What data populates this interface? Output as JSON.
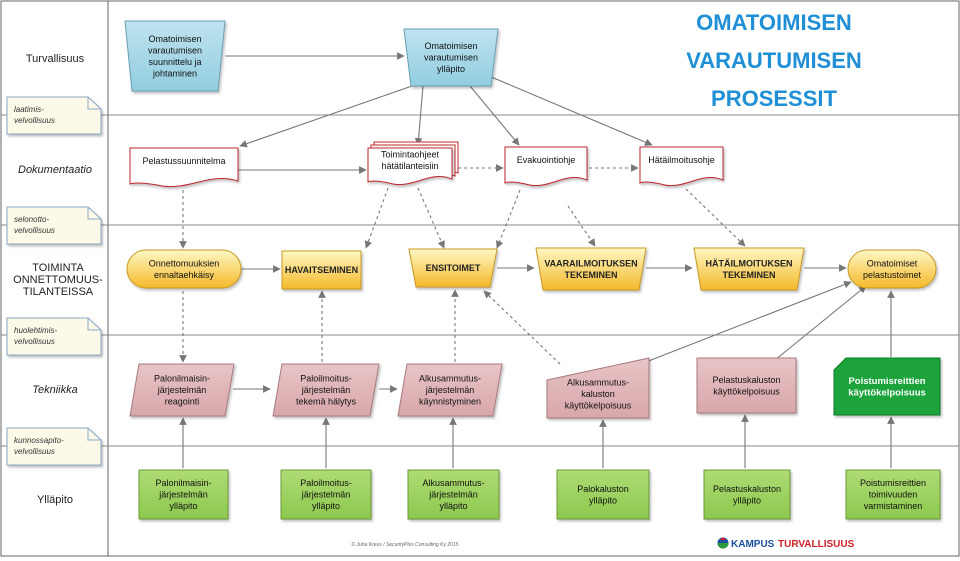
{
  "title": {
    "lines": [
      "OMATOIMISEN",
      "VARAUTUMISEN",
      "PROSESSIT"
    ]
  },
  "lanes": [
    {
      "id": "turvallisuus",
      "label": [
        "Turvallisuus"
      ],
      "italic": false
    },
    {
      "id": "dokumentaatio",
      "label": [
        "Dokumentaatio"
      ],
      "italic": true
    },
    {
      "id": "toiminta",
      "label": [
        "TOIMINTA",
        "ONNETTOMUUS-",
        "TILANTEISSA"
      ],
      "italic": false
    },
    {
      "id": "tekniikka",
      "label": [
        "Tekniikka"
      ],
      "italic": true
    },
    {
      "id": "yllapito",
      "label": [
        "Ylläpito"
      ],
      "italic": false
    }
  ],
  "tags": [
    {
      "id": "laatimis",
      "lines": [
        "laatimis-",
        "velvollisuus"
      ]
    },
    {
      "id": "selonotto",
      "lines": [
        "selonotto-",
        "velvollisuus"
      ]
    },
    {
      "id": "huolehtimis",
      "lines": [
        "huolehtimis-",
        "velvollisuus"
      ]
    },
    {
      "id": "kunnossapito",
      "lines": [
        "kunnossapito-",
        "velvollisuus"
      ]
    }
  ],
  "nodes": {
    "suunnittelu": {
      "lines": [
        "Omatoimisen",
        "varautumisen",
        "suunnittelu ja",
        "johtaminen"
      ],
      "shape": "trapezoid",
      "color": "#a6d6e6"
    },
    "yllapito_top": {
      "lines": [
        "Omatoimisen",
        "varautumisen",
        "ylläpito"
      ],
      "shape": "trapezoid",
      "color": "#a6d6e6"
    },
    "pelastussuunnitelma": {
      "lines": [
        "Pelastussuunnitelma"
      ],
      "shape": "document"
    },
    "toimintaohjeet": {
      "lines": [
        "Toimintaohjeet",
        "hätätilanteisiin"
      ],
      "shape": "multidocument"
    },
    "evakuointiohje": {
      "lines": [
        "Evakuointiohje"
      ],
      "shape": "document"
    },
    "hatailmoitusohje": {
      "lines": [
        "Hätäilmoitusohje"
      ],
      "shape": "document"
    },
    "ennaltaehkaisy": {
      "lines": [
        "Onnettomuuksien",
        "ennaltaehkäisy"
      ],
      "shape": "terminator"
    },
    "havaitseminen": {
      "lines": [
        "HAVAITSEMINEN"
      ],
      "shape": "rect"
    },
    "ensitoimet": {
      "lines": [
        "ENSITOIMET"
      ],
      "shape": "trapezoid"
    },
    "vaarailmoitus": {
      "lines": [
        "VAARAILMOITUKSEN",
        "TEKEMINEN"
      ],
      "shape": "trapezoid"
    },
    "hatailmoitus": {
      "lines": [
        "HÄTÄILMOITUKSEN",
        "TEKEMINEN"
      ],
      "shape": "trapezoid"
    },
    "pelastustoimet": {
      "lines": [
        "Omatoimiset",
        "pelastustoimet"
      ],
      "shape": "terminator"
    },
    "palonilmaisin_reag": {
      "lines": [
        "Palonilmaisin-",
        "järjestelmän",
        "reagointi"
      ],
      "shape": "parallelogram"
    },
    "paloilmoitus_halytys": {
      "lines": [
        "Paloilmoitus-",
        "järjestelmän",
        "tekemä hälytys"
      ],
      "shape": "parallelogram"
    },
    "alkusammutus_kaynn": {
      "lines": [
        "Alkusammutus-",
        "järjestelmän",
        "käynnistyminen"
      ],
      "shape": "parallelogram"
    },
    "alkusammutus_kaluston": {
      "lines": [
        "Alkusammutus-",
        "kaluston",
        "käyttökelpoisuus"
      ],
      "shape": "manual"
    },
    "pelastuskaluston": {
      "lines": [
        "Pelastuskaluston",
        "käyttökelpoisuus"
      ],
      "shape": "rect"
    },
    "poistumisreittien": {
      "lines": [
        "Poistumisreittien",
        "käyttökelpoisuus"
      ],
      "shape": "card",
      "color": "#1aa33b"
    },
    "y_palonilmaisin": {
      "lines": [
        "Palonilmaisin-",
        "järjestelmän",
        "ylläpito"
      ],
      "shape": "rect"
    },
    "y_paloilmoitus": {
      "lines": [
        "Paloilmoitus-",
        "järjestelmän",
        "ylläpito"
      ],
      "shape": "rect"
    },
    "y_alkusammutus": {
      "lines": [
        "Alkusammutus-",
        "järjestelmän",
        "ylläpito"
      ],
      "shape": "rect"
    },
    "y_palokalusto": {
      "lines": [
        "Palokaluston",
        "ylläpito"
      ],
      "shape": "rect"
    },
    "y_pelastuskalusto": {
      "lines": [
        "Pelastuskaluston",
        "ylläpito"
      ],
      "shape": "rect"
    },
    "y_poistumisreitit": {
      "lines": [
        "Poistumisreittien",
        "toimivuuden",
        "varmistaminen"
      ],
      "shape": "rect"
    }
  },
  "colors": {
    "blue_box": "#a6d6e6",
    "yellow_top": "#fff5b0",
    "yellow_bottom": "#f7c23a",
    "pink": "#dfb3b6",
    "green_box": "#9ad05b",
    "green_dark": "#1aa33b",
    "doc_border": "#c0282d",
    "arrow": "#777777",
    "title": "#1f8fd6"
  },
  "footer": {
    "credit": "© Juha Kreus / SecurityPlus Consulting Ky 2015",
    "logo_part1": "KAMPUS",
    "logo_part2": "TURVALLISUUS"
  }
}
